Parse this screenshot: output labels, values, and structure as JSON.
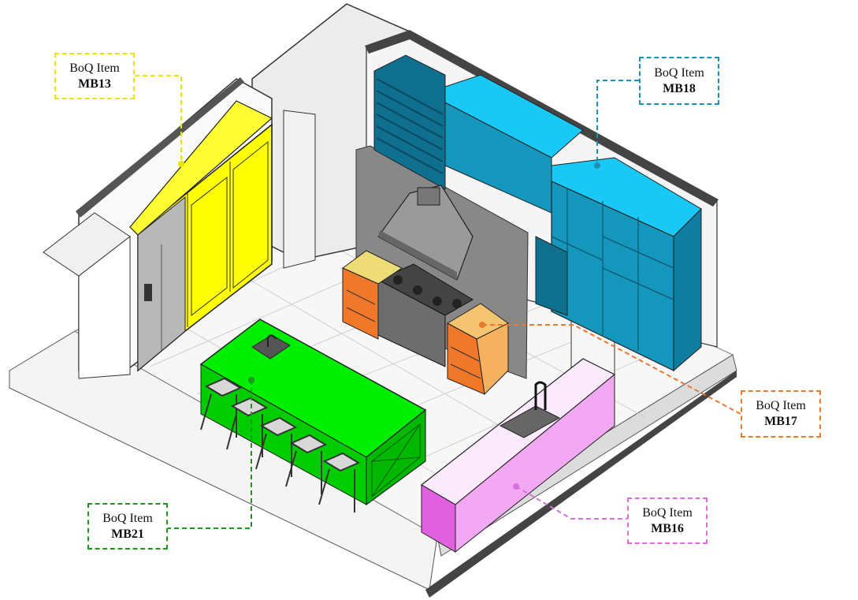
{
  "callouts": {
    "mb13": {
      "label": "BoQ Item",
      "code": "MB13",
      "color": "#e6e600"
    },
    "mb18": {
      "label": "BoQ Item",
      "code": "MB18",
      "color": "#1f8fb3"
    },
    "mb17": {
      "label": "BoQ Item",
      "code": "MB17",
      "color": "#e87a2e"
    },
    "mb16": {
      "label": "BoQ Item",
      "code": "MB16",
      "color": "#d96fd9"
    },
    "mb21": {
      "label": "BoQ Item",
      "code": "MB21",
      "color": "#1a9a1a"
    }
  },
  "components": {
    "tall_cabinets": {
      "color": "#ffff00",
      "icon": "tall-pantry-cabinets"
    },
    "wall_cabinets": {
      "color": "#19c8f5",
      "icon": "wall-cabinets"
    },
    "base_cabinets": {
      "color": "#f09a4a",
      "icon": "base-cabinets"
    },
    "sink_counter": {
      "color": "#f2a8f2",
      "icon": "sink-counter"
    },
    "island": {
      "color": "#00ee00",
      "icon": "kitchen-island"
    }
  }
}
